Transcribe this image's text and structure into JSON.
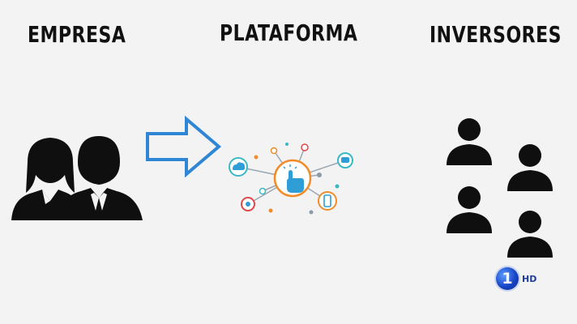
{
  "headings": {
    "empresa": "EMPRESA",
    "plataforma": "PLATAFORMA",
    "inversores": "INVERSORES"
  },
  "logo": {
    "number": "1",
    "label": "HD"
  },
  "icons": {
    "business": "business-people-icon",
    "arrow": "arrow-right-icon",
    "network": "network-platform-icon",
    "investors": "investors-icon"
  },
  "colors": {
    "background": "#f3f3f3",
    "text": "#111111",
    "arrow": "#2e86d4",
    "network_center": "#2f9dd6",
    "network_orange": "#f28c28",
    "network_teal": "#3bb8c4",
    "network_red": "#e04848",
    "network_grey": "#8a9ba8"
  }
}
